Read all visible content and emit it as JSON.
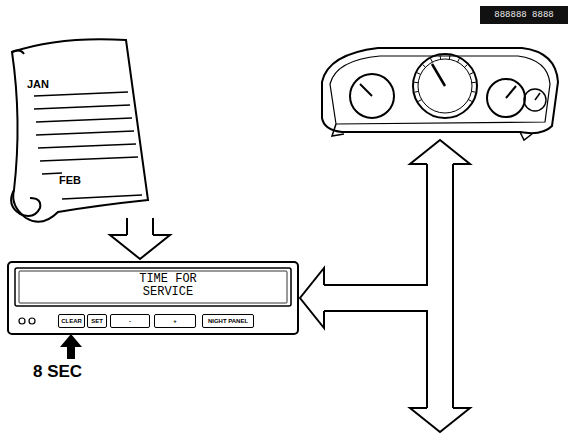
{
  "diagram": {
    "nodes": [
      {
        "text": [
          "JAN",
          "FEB"
        ]
      },
      {
        "text": [
          "TIME FOR SERVICE"
        ]
      },
      {
        "text": [
          "CLEAR"
        ],
        "in": 1
      },
      {
        "text": [
          "SET"
        ],
        "in": 1
      },
      {
        "text": [
          "-"
        ],
        "in": 1
      },
      {
        "text": [
          "+"
        ],
        "in": 1
      },
      {
        "text": [
          "NIGHT PANEL"
        ],
        "in": 1
      },
      {
        "text": [
          "888888 8888"
        ]
      }
    ],
    "edges": [
      {
        "from": 0,
        "to": 1,
        "arrow": "to"
      },
      {
        "from": 7,
        "to": 1,
        "arrow": "both"
      }
    ],
    "labels": [
      "8 SEC"
    ]
  }
}
